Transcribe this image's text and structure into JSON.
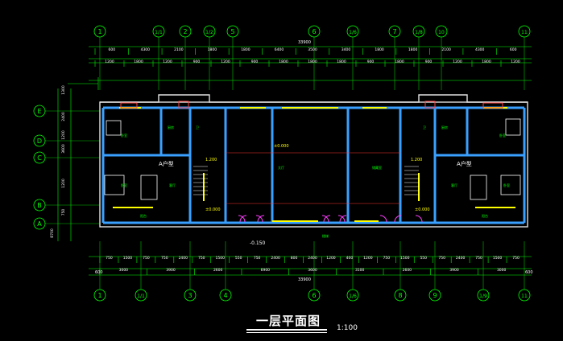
{
  "drawing": {
    "title": "一层平面图",
    "scale": "1:100"
  },
  "axes_top": [
    "1",
    "1/1",
    "2",
    "1/2",
    "5",
    "6",
    "1/6",
    "7",
    "1/8",
    "10",
    "11"
  ],
  "axes_bottom": [
    "1",
    "1/1",
    "3",
    "4",
    "6",
    "1/6",
    "8",
    "9",
    "1/9",
    "11"
  ],
  "axes_left": [
    "E",
    "D",
    "C",
    "B",
    "A"
  ],
  "dims_top": {
    "overall": "33900",
    "row1": [
      "600",
      "4300",
      "2100",
      "1800",
      "1800",
      "6400",
      "3500",
      "3400",
      "1800",
      "1800",
      "2100",
      "4300",
      "600"
    ],
    "row2": [
      "1200",
      "1800",
      "1200",
      "900",
      "1200",
      "900",
      "1800",
      "1800",
      "1800",
      "900",
      "1800",
      "900",
      "1200",
      "1800",
      "1200"
    ]
  },
  "dims_bottom": {
    "row1": [
      "750",
      "1500",
      "750",
      "750",
      "2400",
      "750",
      "1500",
      "550",
      "750",
      "2400",
      "800",
      "2400",
      "1200",
      "400",
      "1200",
      "750",
      "1500",
      "550",
      "750",
      "2400",
      "750",
      "1500",
      "750"
    ],
    "row2": [
      "3000",
      "3900",
      "2600",
      "6900",
      "3600",
      "3100",
      "2600",
      "3900",
      "3000"
    ],
    "overall": "33900",
    "edge_left": "600",
    "edge_right": "600"
  },
  "dims_left": [
    "1300",
    "2400",
    "1200",
    "3600",
    "1200",
    "750",
    "8700"
  ],
  "rooms": {
    "unit_left": "A户型",
    "unit_right": "A户型",
    "bedroom": "卧室",
    "living": "客厅",
    "kitchen": "厨房",
    "bath": "卫",
    "balcony": "阳台",
    "hall": "大厅",
    "store": "储藏室",
    "stair": "楼梯"
  },
  "levels": {
    "main": "±0.000",
    "stair_l": "1.200",
    "stair_r": "1.200",
    "ground_l": "±0.000",
    "ground_r": "±0.000",
    "outside": "-0.150"
  }
}
